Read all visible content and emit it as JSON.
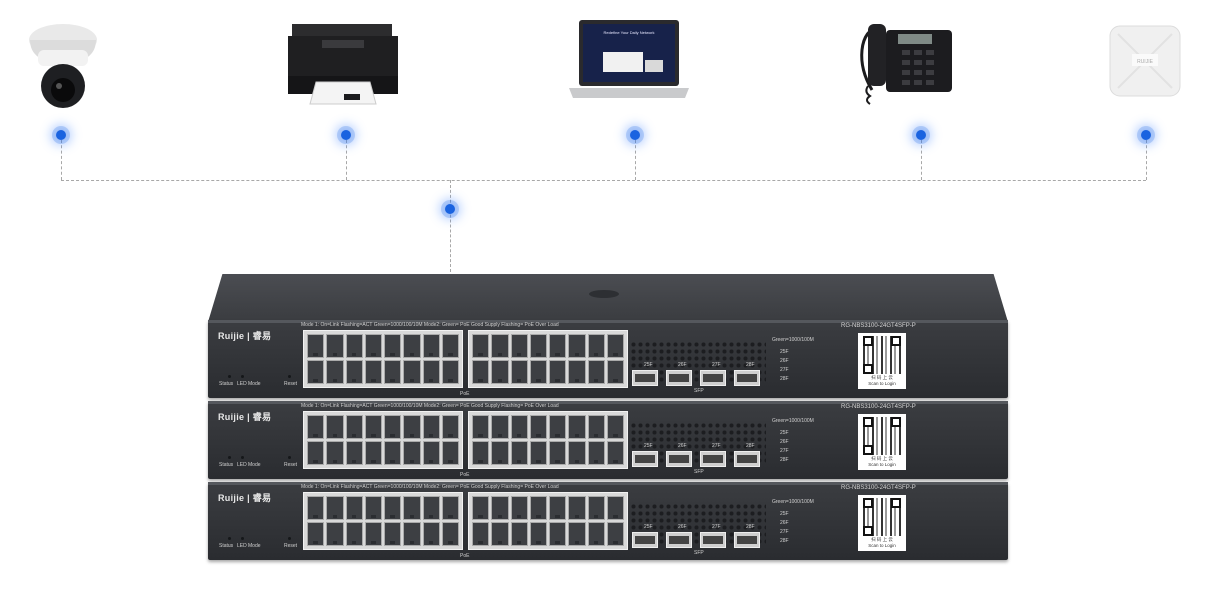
{
  "devices": [
    {
      "name": "camera-icon"
    },
    {
      "name": "printer-icon"
    },
    {
      "name": "laptop-icon"
    },
    {
      "name": "phone-icon"
    },
    {
      "name": "access-point-icon",
      "label": "RUIJIE"
    }
  ],
  "laptop_screen_text": "Redefine Your Daily Network",
  "colors": {
    "node": "#1a63e0",
    "chassis": "#2e3034",
    "line": "#a8a8a8"
  },
  "switch": {
    "brand": "Ruijie | 睿易",
    "legend": "Mode 1: On=Link Flashing=ACT Green=1000/100/10M    Mode2: Green= PoE Good Supply Flashing= PoE Over Load",
    "model": "RG-NBS3100-24GT4SFP-P",
    "green_label": "Green=1000/100M",
    "poe_label": "PoE",
    "sfp_label": "SFP",
    "sfp_ports": [
      "25F",
      "26F",
      "27F",
      "28F"
    ],
    "port_numbers": [
      "25F",
      "26F",
      "27F",
      "28F"
    ],
    "status_label": "Status",
    "led_label": "LED",
    "mode_label": "Mode",
    "reset_label": "Reset",
    "qr_text_1": "扫 码 上 云",
    "qr_text_2": "Scan to Login"
  }
}
